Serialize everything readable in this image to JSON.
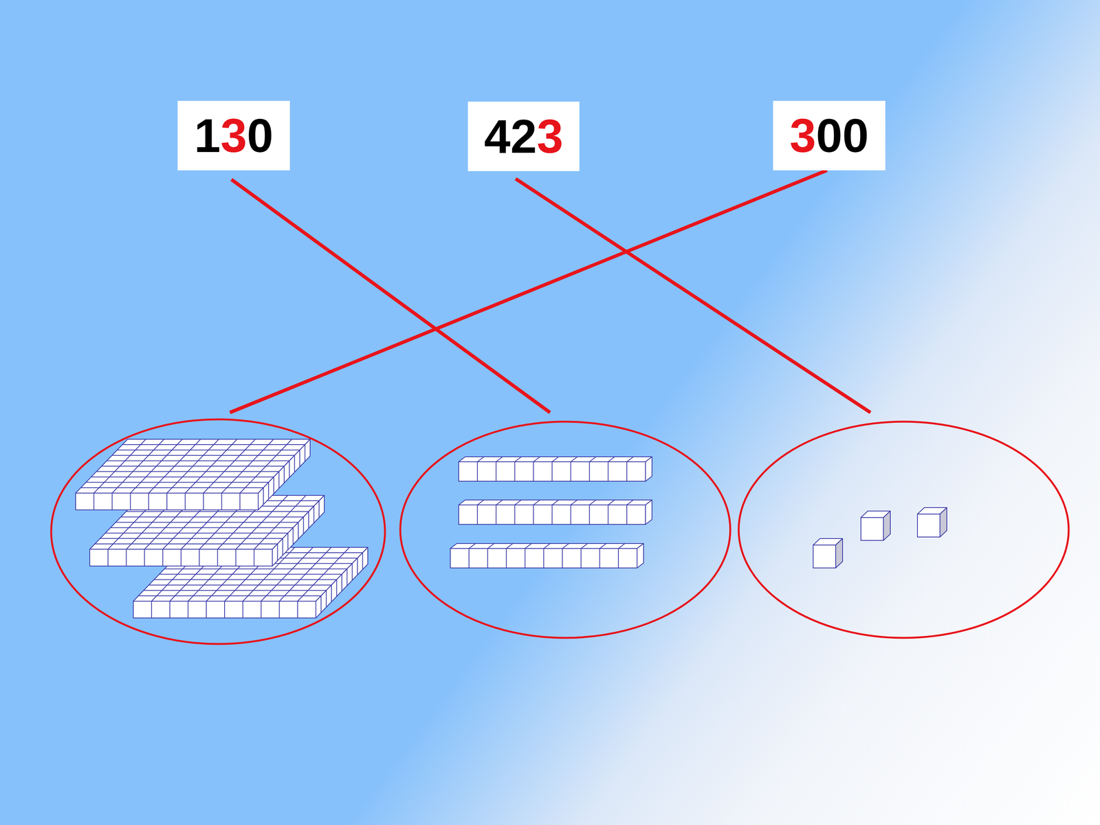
{
  "diagram": {
    "nodes": [
      {
        "text": [
          "130"
        ]
      },
      {
        "text": [
          "423"
        ]
      },
      {
        "text": [
          "300"
        ]
      }
    ]
  }
}
